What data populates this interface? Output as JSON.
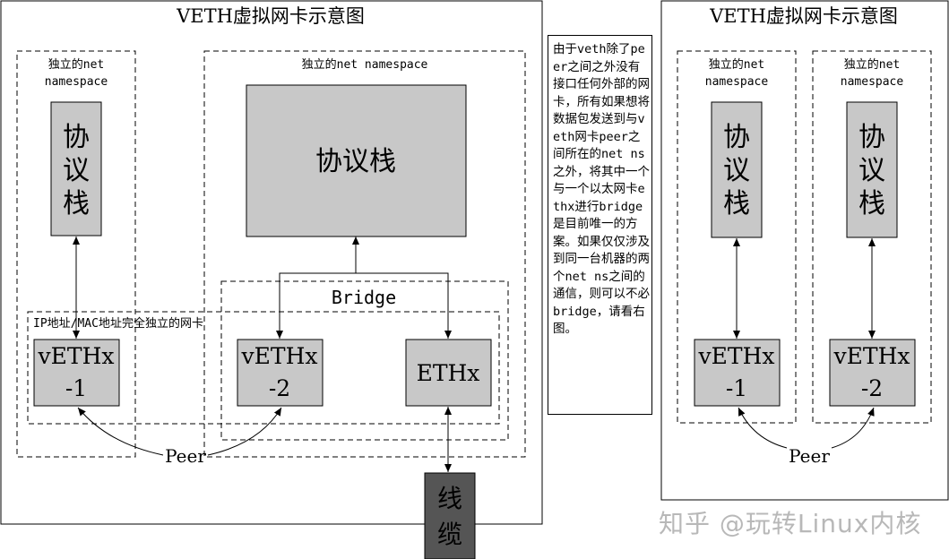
{
  "left_diagram": {
    "title": "VETH虚拟网卡示意图",
    "ns_small_label_line1": "独立的net",
    "ns_small_label_line2": "namespace",
    "ns_large_label": "独立的net namespace",
    "stack_small": [
      "协",
      "议",
      "栈"
    ],
    "stack_large": "协议栈",
    "bridge_label": "Bridge",
    "nic_group_label": "IP地址/MAC地址完全独立的网卡",
    "veth1": [
      "vETHx",
      "-1"
    ],
    "veth2": [
      "vETHx",
      "-2"
    ],
    "eth": "ETHx",
    "peer": "Peer",
    "cable": [
      "线",
      "缆"
    ]
  },
  "note": "由于veth除了peer之间之外没有接口任何外部的网卡，所有如果想将数据包发送到与veth网卡peer之间所在的net ns之外，将其中一个与一个以太网卡ethx进行bridge是目前唯一的方案。如果仅仅涉及到同一台机器的两个net ns之间的通信，则可以不必bridge，请看右图。",
  "right_diagram": {
    "title": "VETH虚拟网卡示意图",
    "ns_label_line1": "独立的net",
    "ns_label_line2": "namespace",
    "stack": [
      "协",
      "议",
      "栈"
    ],
    "veth1": [
      "vETHx",
      "-1"
    ],
    "veth2": [
      "vETHx",
      "-2"
    ],
    "peer": "Peer"
  },
  "watermark": "知乎 @玩转Linux内核",
  "colors": {
    "box_fill": "#c8c8c8",
    "cable_fill": "#555555",
    "stroke": "#000000"
  }
}
